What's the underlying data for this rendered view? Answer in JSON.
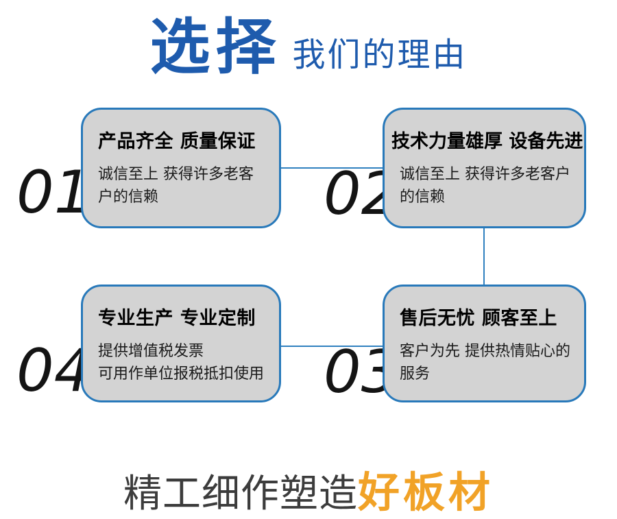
{
  "header": {
    "title_strong": "选择",
    "title_rest": "我们的理由"
  },
  "reasons": [
    {
      "number": "01",
      "title": "产品齐全 质量保证",
      "desc": "诚信至上 获得许多老客户的信赖"
    },
    {
      "number": "02",
      "title": "技术力量雄厚 设备先进",
      "desc": "诚信至上 获得许多老客户的信赖"
    },
    {
      "number": "03",
      "title": "售后无忧 顾客至上",
      "desc": "客户为先 提供热情贴心的服务"
    },
    {
      "number": "04",
      "title": "专业生产 专业定制",
      "desc": "提供增值税发票\n可用作单位报税抵扣使用"
    }
  ],
  "footer": {
    "slogan_gray": "精工细作塑造",
    "slogan_orange": "好板材"
  },
  "colors": {
    "accent_blue": "#1e5bad",
    "line_border_blue": "#2879ba",
    "card_fill_gray": "#d3d3d3",
    "slogan_gray": "#3c3c3c",
    "slogan_orange": "#f1a227"
  }
}
